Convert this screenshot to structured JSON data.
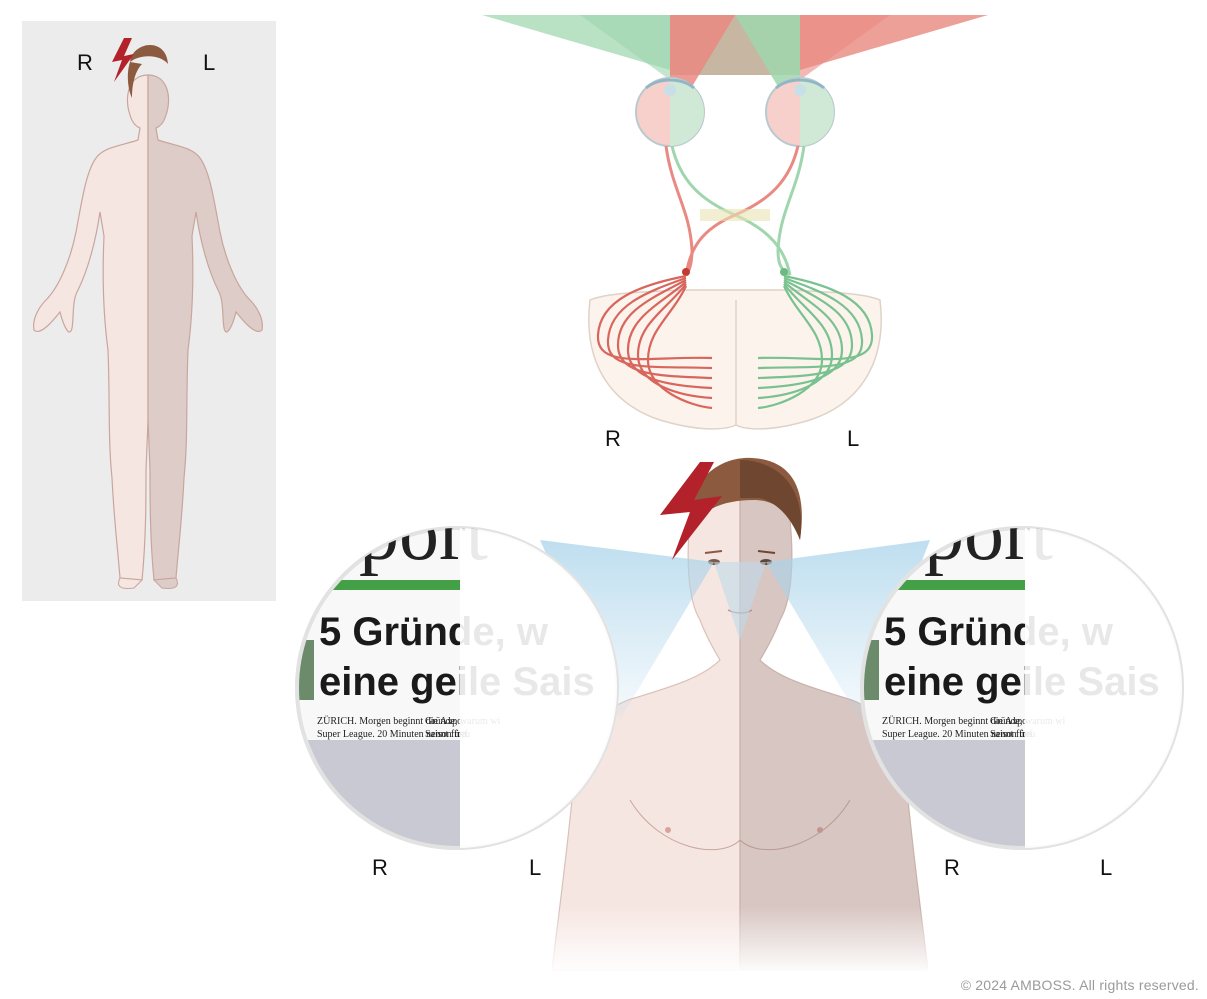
{
  "labels": {
    "body_right": "R",
    "body_left": "L",
    "brain_right": "R",
    "brain_left": "L",
    "lens1_right": "R",
    "lens1_left": "L",
    "lens2_right": "R",
    "lens2_left": "L"
  },
  "newspaper": {
    "masthead_fragment": "port",
    "headline_line1": "5 Gründe, w",
    "headline_line2": "eine geile Sais",
    "body_col1_line1": "ZÜRICH. Morgen beginnt die Axpo",
    "body_col1_line2": "Super League. 20 Minuten nennt fünf",
    "body_col2_line1": "Gründe, warum wi",
    "body_col2_line2": "Saison freu"
  },
  "copyright": "© 2024 AMBOSS. All rights reserved.",
  "colors": {
    "right_field": "#e98a82",
    "left_field": "#9fd6ad",
    "skin": "#f5e4df",
    "skin_shadow": "#d9c6c2",
    "lightning": "#b3212a",
    "panel_bg": "#ececec"
  }
}
